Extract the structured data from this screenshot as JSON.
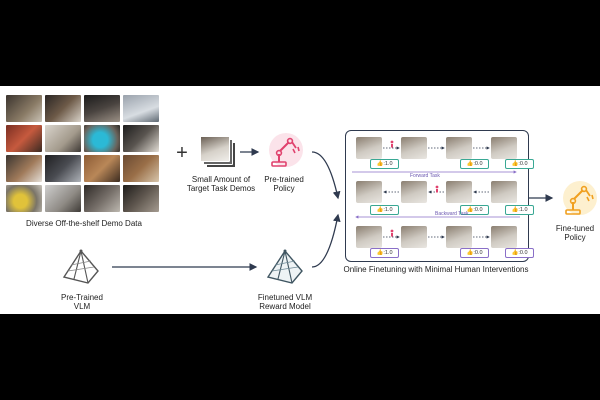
{
  "labels": {
    "demo_data": "Diverse Off-the-shelf Demo Data",
    "target_demos_line1": "Small Amount of",
    "target_demos_line2": "Target Task Demos",
    "pretrained_policy_line1": "Pre-trained",
    "pretrained_policy_line2": "Policy",
    "pretrained_vlm_line1": "Pre-Trained",
    "pretrained_vlm_line2": "VLM",
    "finetuned_vlm_line1": "Finetuned VLM",
    "finetuned_vlm_line2": "Reward Model",
    "online_finetuning": "Online Finetuning with Minimal Human Interventions",
    "finetuned_policy_line1": "Fine-tuned",
    "finetuned_policy_line2": "Policy",
    "forward_task": "Forward Task",
    "backward_task": "Backward Task",
    "plus": "+"
  },
  "scores": [
    "1.0",
    "0.0",
    "0.0",
    "1.0",
    "0.0",
    "1.0",
    "1.0",
    "0.0",
    "0.0"
  ],
  "colors": {
    "policy_pink": "#e0426e",
    "policy_yellow": "#f0a020",
    "score_teal": "#39a894",
    "task_purple": "#8a6fc8",
    "arrow": "#2f3a4f"
  },
  "icons": [
    "robot-arm-icon",
    "pyramid-vlm-icon",
    "thumbs-up-icon",
    "person-icon"
  ]
}
